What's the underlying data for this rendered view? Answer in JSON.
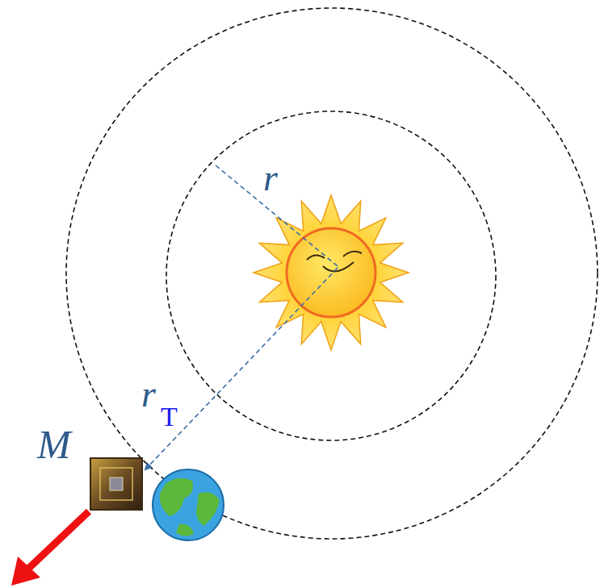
{
  "diagram": {
    "labels": [
      "r",
      "M",
      "r",
      "T"
    ]
  }
}
